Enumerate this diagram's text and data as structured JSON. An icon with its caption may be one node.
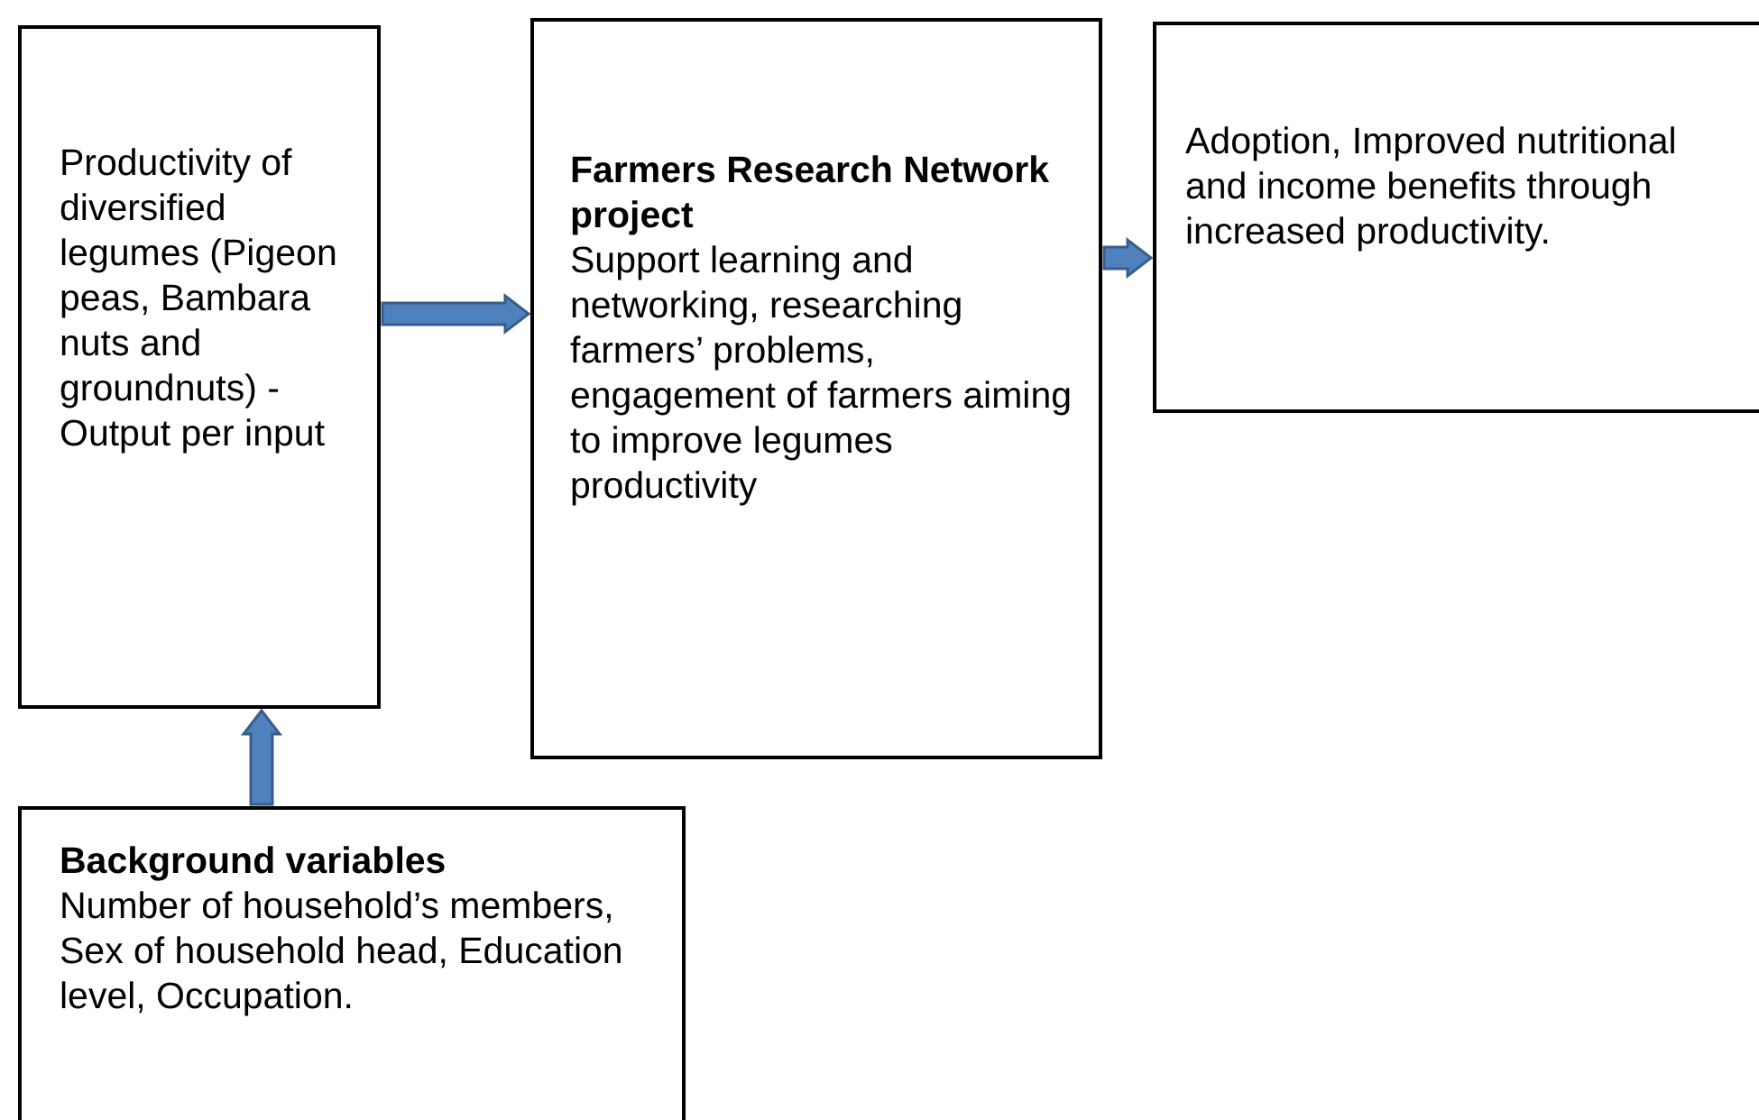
{
  "diagram": {
    "nodes": [
      {
        "text": [
          "Productivity of diversified legumes (Pigeon peas, Bambara nuts and groundnuts) -Output per input"
        ]
      },
      {
        "text": [
          "Farmers Research Network project",
          "Support learning and networking, researching farmers’ problems, engagement of farmers aiming to improve legumes productivity"
        ]
      },
      {
        "text": [
          "Adoption, Improved nutritional and income benefits through increased productivity."
        ]
      },
      {
        "text": [
          "Background variables",
          "Number of household’s members, Sex of household head, Education level, Occupation."
        ]
      }
    ],
    "edges": [
      {
        "from": 0,
        "to": 1,
        "arrow": "to"
      },
      {
        "from": 1,
        "to": 2,
        "arrow": "to"
      },
      {
        "from": 3,
        "to": 0,
        "arrow": "to"
      }
    ]
  }
}
